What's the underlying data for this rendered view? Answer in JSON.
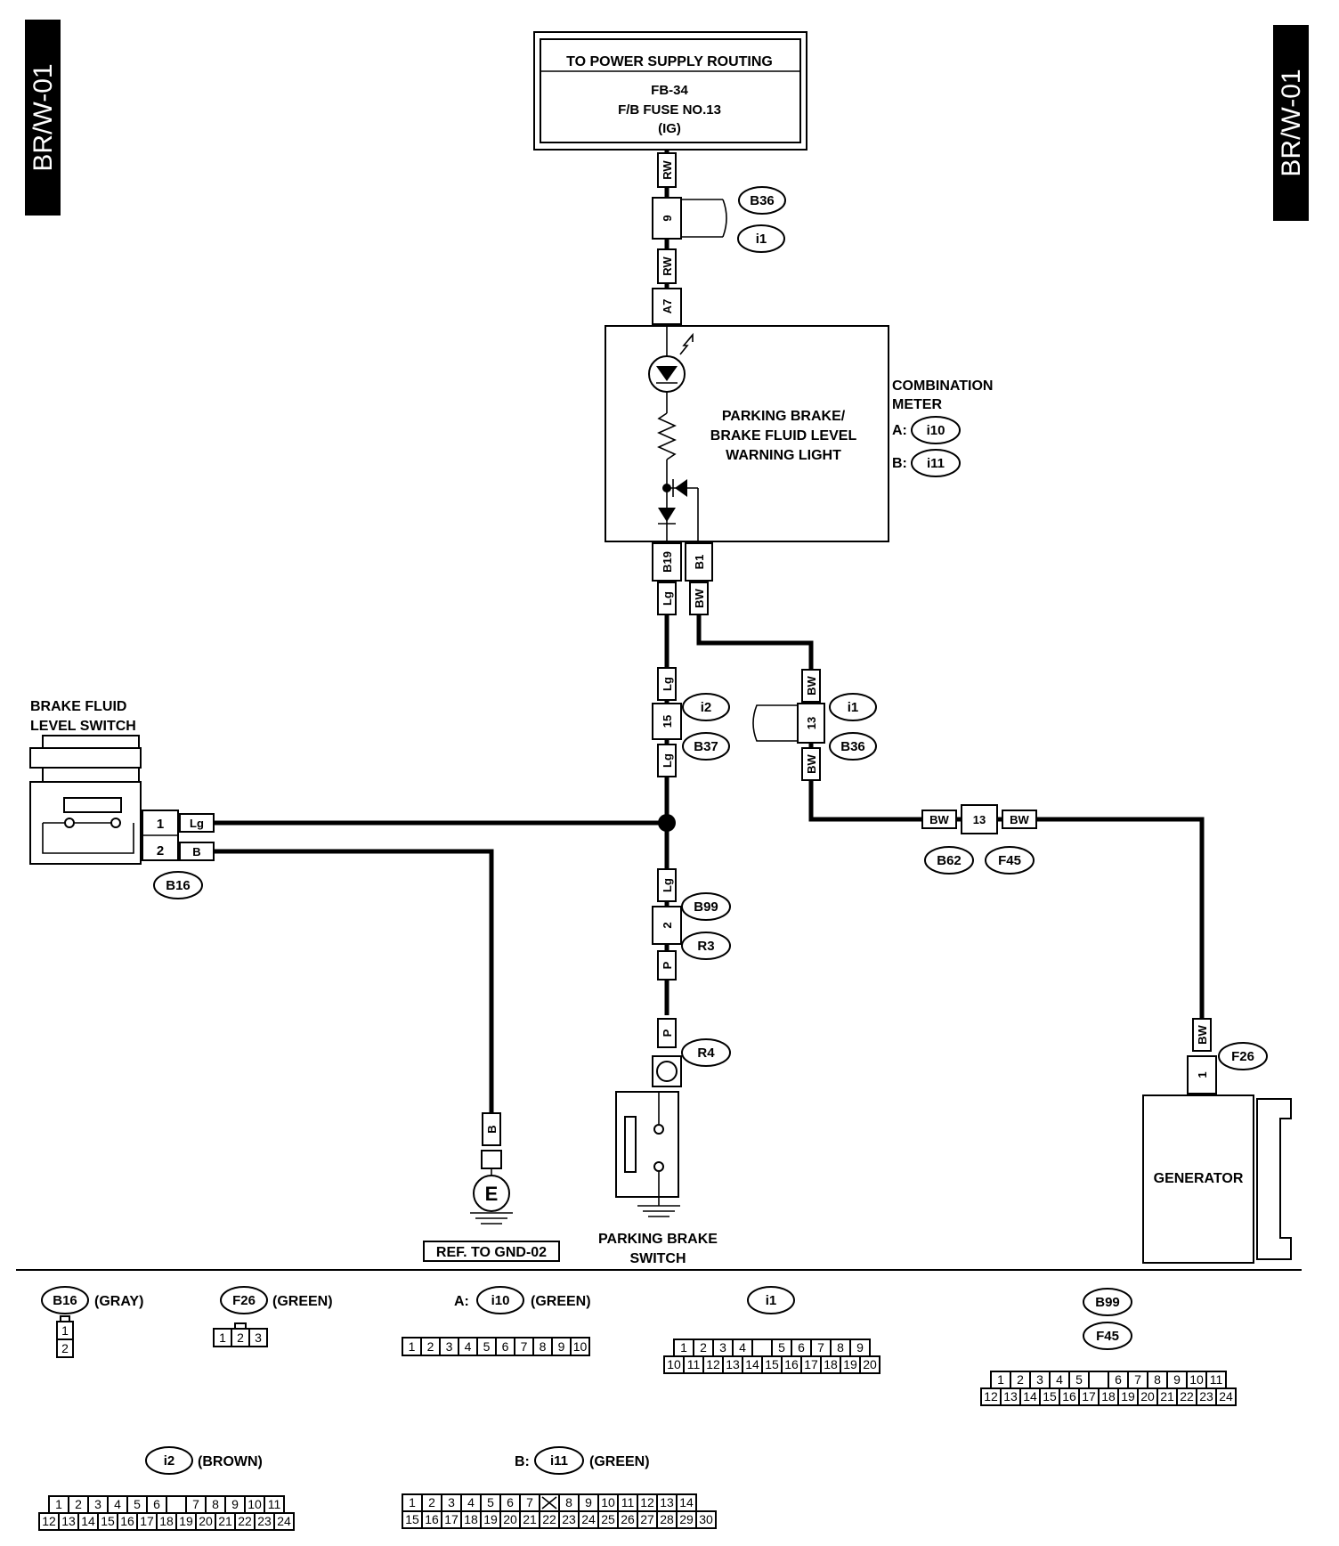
{
  "page_code": "BR/W-01",
  "power_box": {
    "title": "TO POWER SUPPLY ROUTING",
    "line1": "FB-34",
    "line2": "F/B FUSE NO.13",
    "line3": "(IG)"
  },
  "meter": {
    "label": "PARKING BRAKE/ BRAKE FLUID LEVEL WARNING LIGHT",
    "label_lines": [
      "PARKING BRAKE/",
      "BRAKE FLUID LEVEL",
      "WARNING LIGHT"
    ],
    "side_title": [
      "COMBINATION",
      "METER"
    ],
    "conn_a_prefix": "A:",
    "conn_a": "i10",
    "conn_b_prefix": "B:",
    "conn_b": "i11",
    "pin_a7": "A7",
    "pin_b19": "B19",
    "pin_b1": "B1"
  },
  "wires": {
    "rw": "RW",
    "lg": "Lg",
    "bw": "BW",
    "b": "B",
    "p": "P"
  },
  "connectors": {
    "b36": "B36",
    "i1": "i1",
    "pin9": "9",
    "i2": "i2",
    "b37": "B37",
    "pin15": "15",
    "pin13": "13",
    "b99": "B99",
    "r3": "R3",
    "pin2": "2",
    "r4": "R4",
    "b62": "B62",
    "f45": "F45",
    "f26": "F26",
    "pin1": "1",
    "b16": "B16",
    "pin_b16_1": "1",
    "pin_b16_2": "2"
  },
  "components": {
    "brake_fluid_switch": [
      "BRAKE FLUID",
      "LEVEL SWITCH"
    ],
    "parking_brake_switch": [
      "PARKING BRAKE",
      "SWITCH"
    ],
    "generator": "GENERATOR",
    "ground_ref": "REF. TO GND-02",
    "ground_symbol": "E"
  },
  "connector_table": [
    {
      "id": "B16",
      "prefix": "",
      "color": "(GRAY)",
      "rows": [
        [
          "1"
        ],
        [
          "2"
        ]
      ]
    },
    {
      "id": "F26",
      "prefix": "",
      "color": "(GREEN)",
      "rows": [
        [
          "1",
          "2",
          "3"
        ]
      ]
    },
    {
      "id": "i10",
      "prefix": "A:",
      "color": "(GREEN)",
      "rows": [
        [
          "1",
          "2",
          "3",
          "4",
          "5",
          "6",
          "7",
          "8",
          "9",
          "10"
        ]
      ]
    },
    {
      "id": "i1",
      "prefix": "",
      "color": "",
      "rows": [
        [
          "1",
          "2",
          "3",
          "4",
          "",
          "5",
          "6",
          "7",
          "8",
          "9"
        ],
        [
          "10",
          "11",
          "12",
          "13",
          "14",
          "15",
          "16",
          "17",
          "18",
          "19",
          "20"
        ]
      ]
    },
    {
      "id": "B99 / F45",
      "prefix": "",
      "color": "",
      "rows": [
        [
          "1",
          "2",
          "3",
          "4",
          "5",
          "",
          "6",
          "7",
          "8",
          "9",
          "10",
          "11"
        ],
        [
          "12",
          "13",
          "14",
          "15",
          "16",
          "17",
          "18",
          "19",
          "20",
          "21",
          "22",
          "23",
          "24"
        ]
      ]
    },
    {
      "id": "i2",
      "prefix": "",
      "color": "(BROWN)",
      "rows": [
        [
          "1",
          "2",
          "3",
          "4",
          "5",
          "6",
          "",
          "7",
          "8",
          "9",
          "10",
          "11"
        ],
        [
          "12",
          "13",
          "14",
          "15",
          "16",
          "17",
          "18",
          "19",
          "20",
          "21",
          "22",
          "23",
          "24"
        ]
      ]
    },
    {
      "id": "i11",
      "prefix": "B:",
      "color": "(GREEN)",
      "rows": [
        [
          "1",
          "2",
          "3",
          "4",
          "5",
          "6",
          "7",
          "X",
          "8",
          "9",
          "10",
          "11",
          "12",
          "13",
          "14"
        ],
        [
          "15",
          "16",
          "17",
          "18",
          "19",
          "20",
          "21",
          "22",
          "23",
          "24",
          "25",
          "26",
          "27",
          "28",
          "29",
          "30"
        ]
      ]
    }
  ]
}
